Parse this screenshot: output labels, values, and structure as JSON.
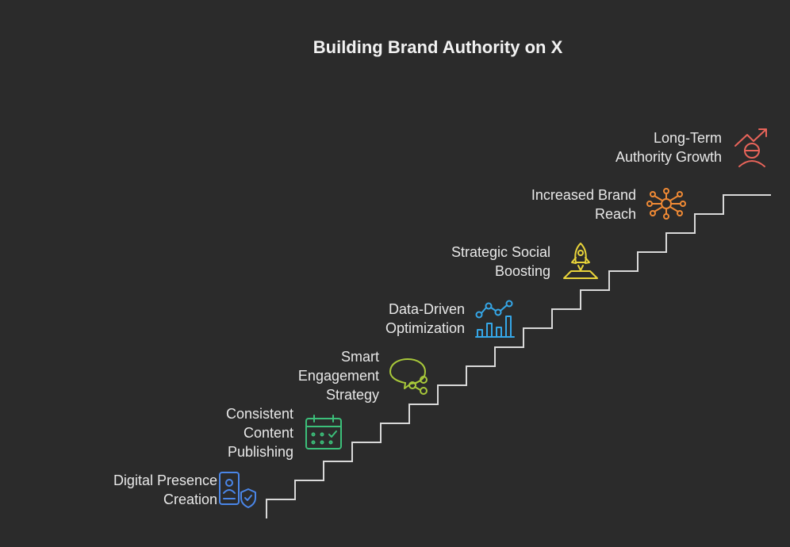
{
  "title": "Building Brand Authority on X",
  "colors": {
    "background": "#2b2b2b",
    "stairs": "#d9d9d9",
    "step1": "#4a86e8",
    "step2": "#3cbf7a",
    "step3": "#a8c83a",
    "step4": "#35a7e8",
    "step5": "#e8d33a",
    "step6": "#f08a35",
    "step7": "#e8645a"
  },
  "steps": [
    {
      "label": "Digital Presence\nCreation",
      "icon": "id-badge-shield-icon"
    },
    {
      "label": "Consistent\nContent\nPublishing",
      "icon": "calendar-check-icon"
    },
    {
      "label": "Smart\nEngagement\nStrategy",
      "icon": "chat-share-icon"
    },
    {
      "label": "Data-Driven\nOptimization",
      "icon": "analytics-chart-icon"
    },
    {
      "label": "Strategic Social\nBoosting",
      "icon": "rocket-launch-icon"
    },
    {
      "label": "Increased Brand\nReach",
      "icon": "network-hub-icon"
    },
    {
      "label": "Long-Term\nAuthority Growth",
      "icon": "person-growth-icon"
    }
  ]
}
